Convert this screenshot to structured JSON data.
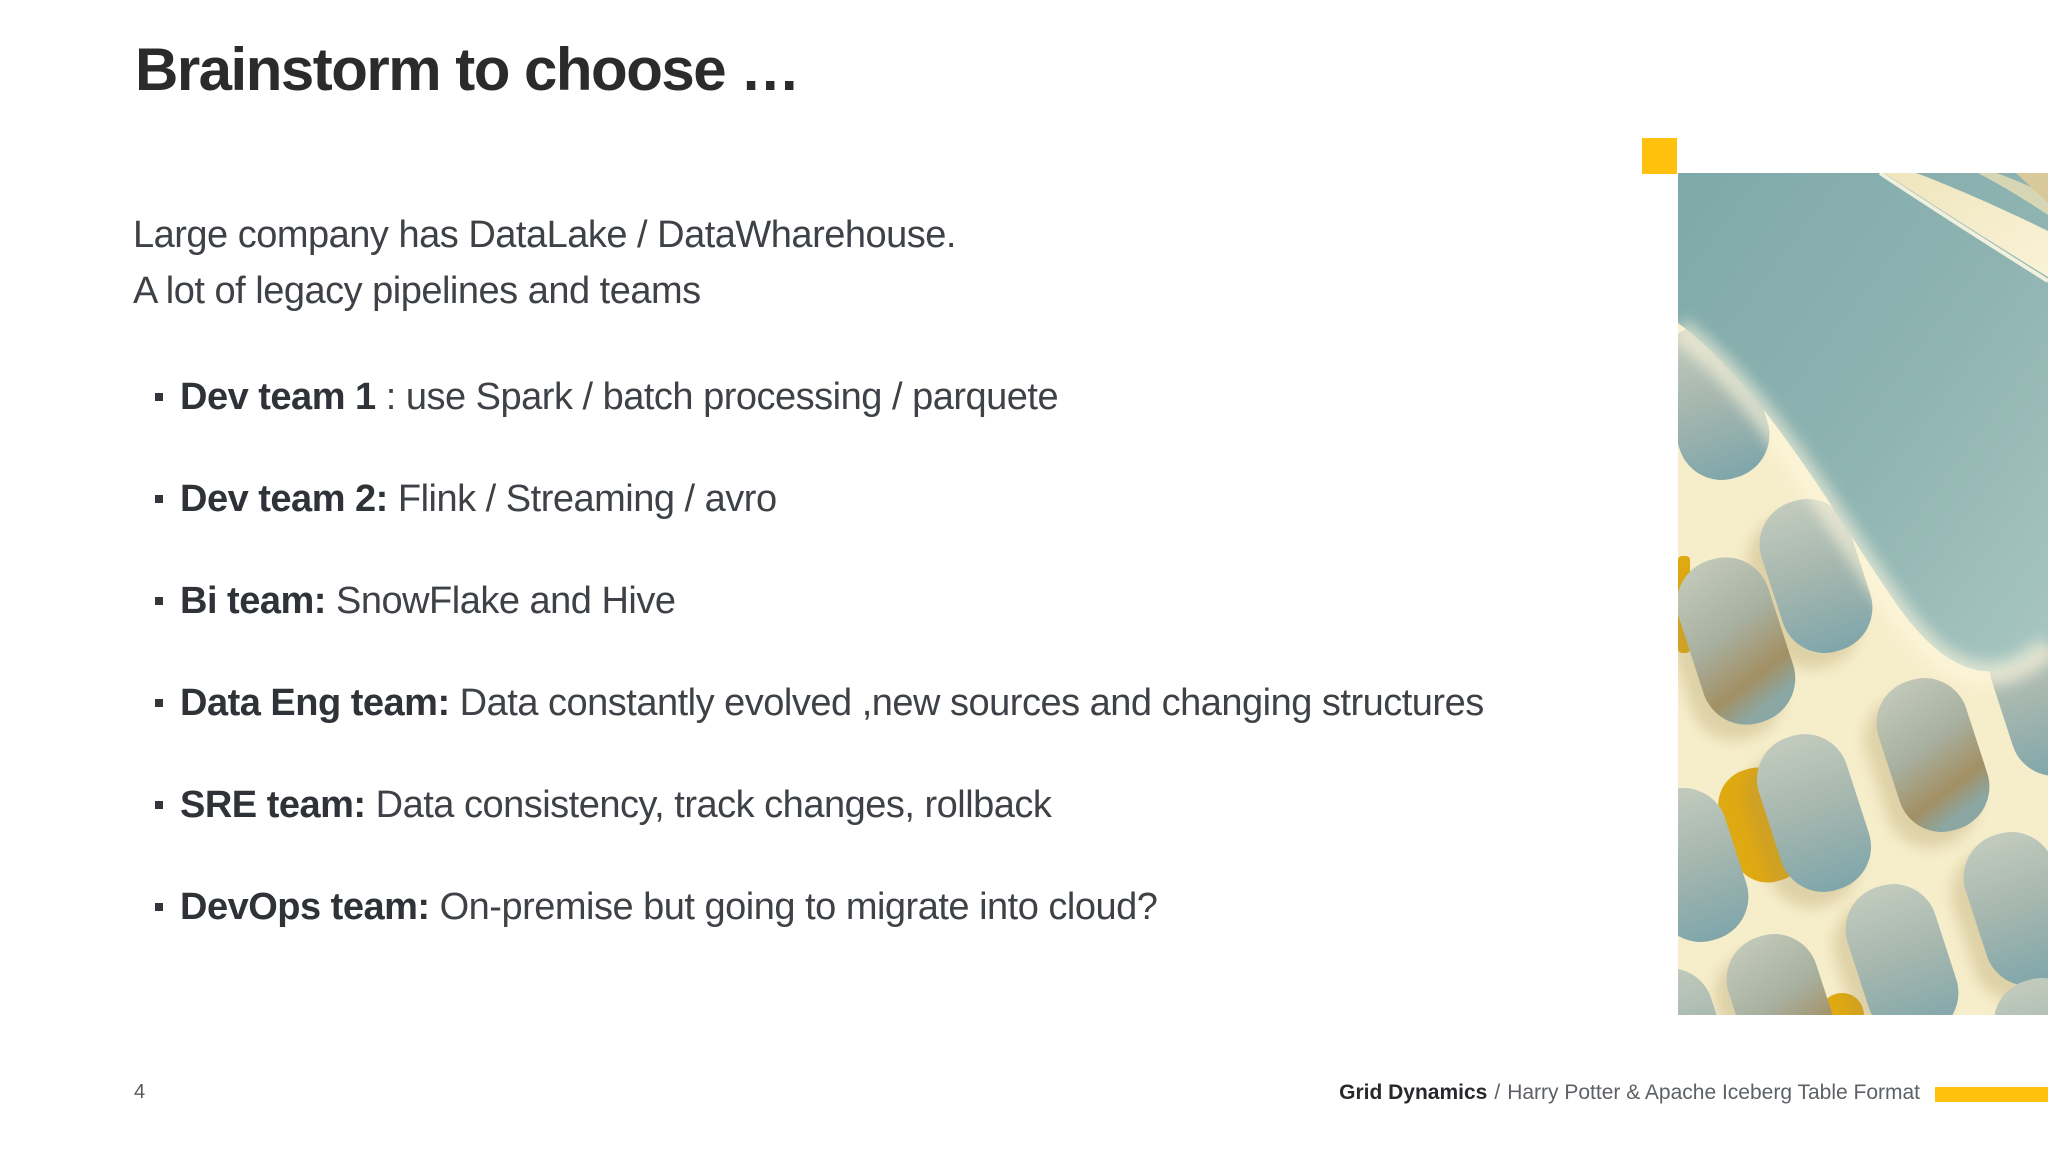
{
  "slide": {
    "title": "Brainstorm to choose …",
    "intro": [
      "Large company has DataLake / DataWharehouse.",
      "A lot of legacy pipelines and teams"
    ],
    "bullets": [
      {
        "label": "Dev team 1",
        "text": " : use Spark / batch processing / parquete"
      },
      {
        "label": "Dev team 2:",
        "text": " Flink / Streaming / avro"
      },
      {
        "label": "Bi team:",
        "text": " SnowFlake and Hive"
      },
      {
        "label": "Data Eng team:",
        "text": " Data constantly evolved ,new sources and changing structures"
      },
      {
        "label": "SRE team:",
        "text": " Data consistency, track changes, rollback"
      },
      {
        "label": "DevOps team:",
        "text": " On-premise but going to migrate into cloud?"
      }
    ],
    "footer": {
      "page_number": "4",
      "brand": "Grid Dynamics",
      "separator": "/",
      "deck_title": "Harry Potter & Apache Iceberg Table Format"
    },
    "colors": {
      "accent_yellow": "#FFC10D",
      "image_mustard": "#DFA912",
      "image_teal": "#8FB4B2",
      "image_cream": "#F6EECB",
      "title_text": "#2B2B2B",
      "body_text": "#3E4246",
      "footer_text": "#5D6166"
    },
    "image_description": "abstract 3D teal and cream scalloped pattern with yellow accents"
  }
}
